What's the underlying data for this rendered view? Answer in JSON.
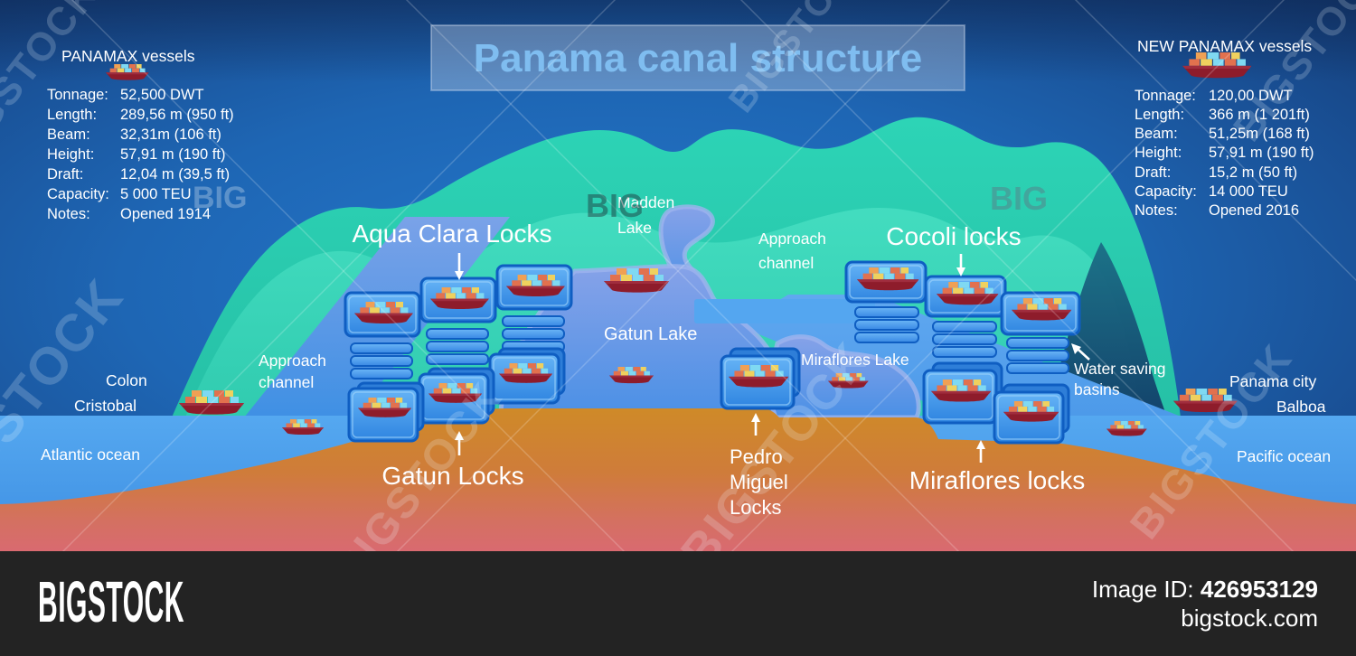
{
  "title": "Panama canal structure",
  "watermark": {
    "brand": "BIGSTOCK",
    "short": "BIG"
  },
  "panamax": {
    "title": "PANAMAX vessels",
    "rows": [
      {
        "label": "Tonnage:",
        "value": "52,500 DWT"
      },
      {
        "label": "Length:",
        "value": "289,56 m (950 ft)"
      },
      {
        "label": "Beam:",
        "value": "32,31m (106 ft)"
      },
      {
        "label": "Height:",
        "value": "57,91 m (190 ft)"
      },
      {
        "label": "Draft:",
        "value": "12,04 m (39,5 ft)"
      },
      {
        "label": "Capacity:",
        "value": "5 000 TEU"
      },
      {
        "label": "Notes:",
        "value": "Opened 1914"
      }
    ]
  },
  "new_panamax": {
    "title": "NEW PANAMAX vessels",
    "rows": [
      {
        "label": "Tonnage:",
        "value": "120,00 DWT"
      },
      {
        "label": "Length:",
        "value": "366 m (1 201ft)"
      },
      {
        "label": "Beam:",
        "value": "51,25m (168 ft)"
      },
      {
        "label": "Height:",
        "value": "57,91 m (190 ft)"
      },
      {
        "label": "Draft:",
        "value": "15,2 m (50 ft)"
      },
      {
        "label": "Capacity:",
        "value": "14 000 TEU"
      },
      {
        "label": "Notes:",
        "value": "Opened 2016"
      }
    ]
  },
  "labels": {
    "aqua_clara_locks": "Aqua Clara Locks",
    "cocoli_locks": "Cocoli locks",
    "gatun_locks": "Gatun Locks",
    "miraflores_locks": "Miraflores locks",
    "pedro_miguel_line1": "Pedro",
    "pedro_miguel_line2": "Miguel",
    "pedro_miguel_line3": "Locks",
    "madden_line1": "Madden",
    "madden_line2": "Lake",
    "approach_left_line1": "Approach",
    "approach_left_line2": "channel",
    "approach_right_line1": "Approach",
    "approach_right_line2": "channel",
    "gatun_lake": "Gatun Lake",
    "miraflores_lake": "Miraflores Lake",
    "water_saving_line1": "Water saving",
    "water_saving_line2": "basins",
    "colon": "Colon",
    "cristobal": "Cristobal",
    "atlantic_ocean": "Atlantic ocean",
    "panama_city": "Panama city",
    "balboa": "Balboa",
    "pacific_ocean": "Pacific ocean"
  },
  "footer": {
    "logo": "BIGSTOCK",
    "image_id_label": "Image ID:",
    "image_id": "426953129",
    "website": "bigstock.com"
  },
  "colors": {
    "accent_teal": "#2dd2b5",
    "water_blue": "#4aa0ee",
    "lake_blue": "#5b93e4",
    "land_orange": "#cf8a28",
    "land_pink": "#d96a70",
    "bg_blue": "#1e63b0",
    "lock_border": "#0f5ec2",
    "title_blue": "#7fbdf0",
    "footer_bg": "#232323"
  }
}
